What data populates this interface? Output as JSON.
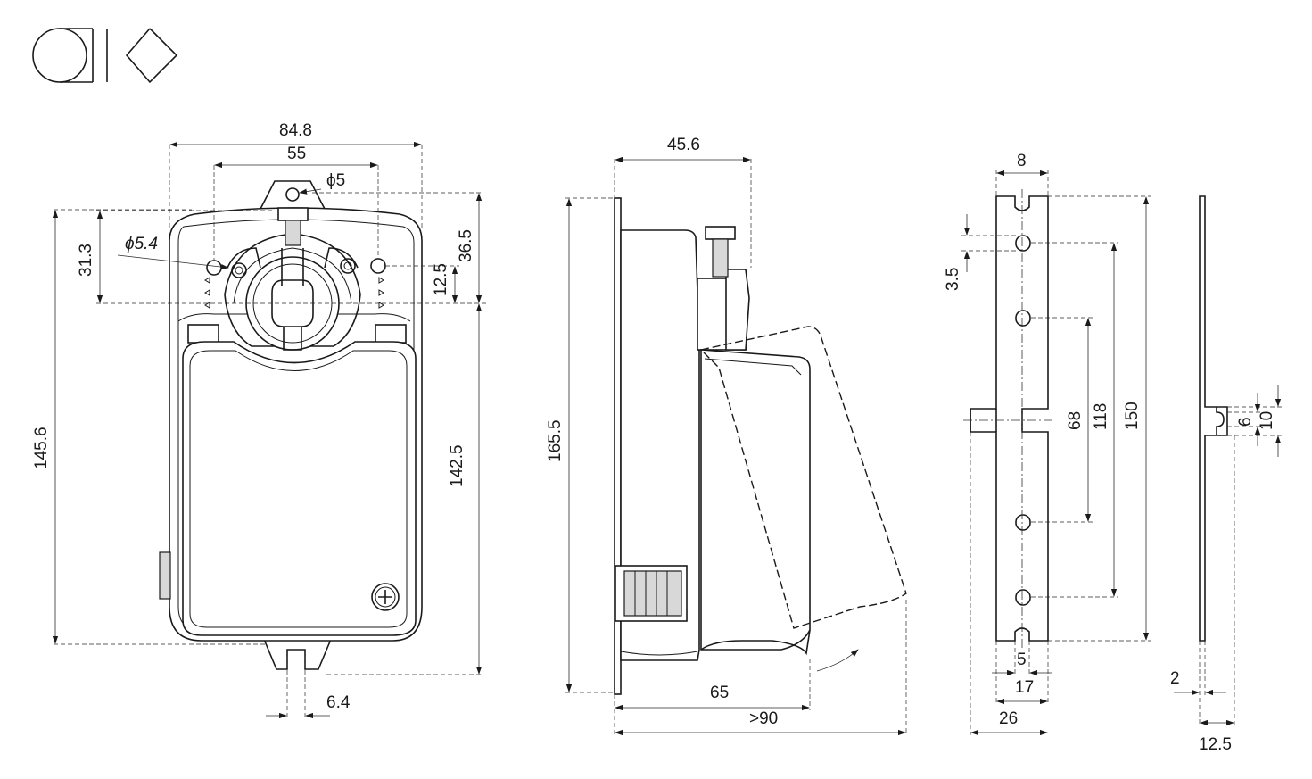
{
  "symbol": {
    "name": "projection-symbol"
  },
  "front_view": {
    "width_overall": "84.8",
    "hole_spacing": "55",
    "top_hole_dia": "ϕ5",
    "side_hole_dia": "ϕ5.4",
    "height_overall": "145.6",
    "hole_to_center": "31.3",
    "top_to_center": "36.5",
    "hole_offset": "12.5",
    "height_center_to_bottom": "142.5",
    "bottom_slot": "6.4"
  },
  "side_view": {
    "depth": "45.6",
    "height": "165.5",
    "width_base": "65",
    "width_open": ">90"
  },
  "bracket_front": {
    "width": "8",
    "slot": "3.5",
    "spacing_inner": "68",
    "spacing_mid": "118",
    "spacing_outer": "150",
    "slot_width": "5",
    "width_inner": "17",
    "width_outer": "26"
  },
  "bracket_side": {
    "gap_6": "6",
    "gap_10": "10",
    "thickness": "2",
    "depth": "12.5"
  }
}
